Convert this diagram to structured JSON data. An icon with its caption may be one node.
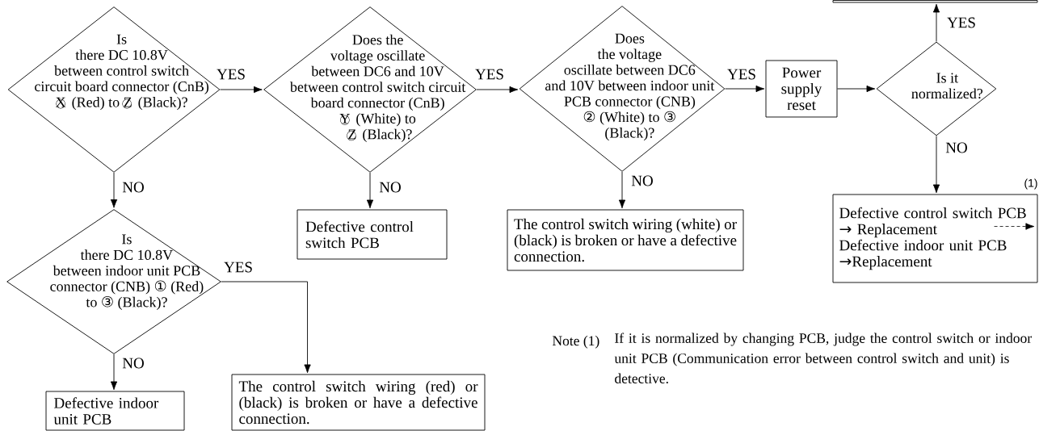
{
  "diagram": {
    "nodes": [
      {
        "text": [
          "Is there DC 10.8V between control switch circuit board connector (CnB) X⃝ (Red) to Z⃝ (Black)?"
        ]
      },
      {
        "text": [
          "Does the voltage oscillate between DC6 and 10V between control switch circuit board connector (CnB) Y⃝ (White) to Z⃝ (Black)?"
        ]
      },
      {
        "text": [
          "Does the voltage oscillate between DC6 and 10V between indoor unit PCB connector (CNB) ② (White) to ③ (Black)?"
        ]
      },
      {
        "text": [
          "Power supply reset"
        ]
      },
      {
        "text": [
          "Is it normalized?"
        ]
      },
      {
        "text": [],
        "shape": "box"
      },
      {
        "text": [
          "Defective control switch PCB"
        ]
      },
      {
        "text": [
          "The control switch wiring (white) or (black) is broken or have a defective connection."
        ]
      },
      {
        "text": [
          "Defective control switch PCB → Replacement",
          "Defective indoor unit PCB →Replacement"
        ],
        "beside": [
          "(1)"
        ]
      },
      {
        "text": [
          "Is there DC 10.8V between indoor unit PCB connector (CNB) ① (Red) to ③ (Black)?"
        ]
      },
      {
        "text": [
          "Defective indoor unit PCB"
        ]
      },
      {
        "text": [
          "The control switch wiring (red) or (black) is broken or have a defective connection."
        ]
      }
    ],
    "edges": [
      {
        "from": 0,
        "to": 1,
        "arrow": "to",
        "label": "YES"
      },
      {
        "from": 1,
        "to": 2,
        "arrow": "to",
        "label": "YES"
      },
      {
        "from": 2,
        "to": 3,
        "arrow": "to",
        "label": "YES"
      },
      {
        "from": 3,
        "to": 4,
        "arrow": "to"
      },
      {
        "from": 4,
        "to": 5,
        "arrow": "to",
        "label": "YES"
      },
      {
        "from": 4,
        "to": 8,
        "arrow": "to",
        "label": "NO"
      },
      {
        "from": 0,
        "to": 9,
        "arrow": "to",
        "label": "NO"
      },
      {
        "from": 1,
        "to": 6,
        "arrow": "to",
        "label": "NO"
      },
      {
        "from": 2,
        "to": 7,
        "arrow": "to",
        "label": "NO"
      },
      {
        "from": 9,
        "to": 11,
        "arrow": "to",
        "label": "YES"
      },
      {
        "from": 9,
        "to": 10,
        "arrow": "to",
        "label": "NO"
      },
      {
        "from": 8,
        "to": null,
        "arrow": "to",
        "style": "dashed"
      }
    ],
    "labels": [
      "Note (1)",
      "If it is normalized by changing PCB, judge the control switch or indoor unit PCB (Communication error between control switch and unit) is detective."
    ]
  }
}
